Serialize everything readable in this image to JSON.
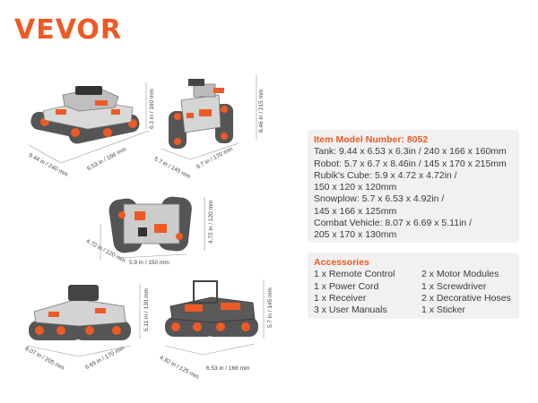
{
  "brand": {
    "logo_text": "VEVOR",
    "accent_color": "#ef5a24"
  },
  "figures": {
    "tank": {
      "label": "tank",
      "dims": [
        "9.44 in / 240 mm",
        "6.53 in / 166 mm",
        "6.3 in / 160 mm"
      ]
    },
    "robot": {
      "label": "robot",
      "dims": [
        "5.7 in / 145 mm",
        "6.7 in / 170 mm",
        "8.46 in / 215 mm"
      ]
    },
    "cube": {
      "label": "rubiks-cube",
      "dims": [
        "4.72 in / 120 mm",
        "5.9 in / 150 mm",
        "4.72 in / 120 mm"
      ]
    },
    "combat": {
      "label": "combat-vehicle",
      "dims": [
        "8.07 in / 205 mm",
        "6.69 in / 170 mm",
        "5.11 in / 130 mm"
      ]
    },
    "snowplow": {
      "label": "snowplow",
      "dims": [
        "4.92 in / 125 mm",
        "6.53 in / 166 mm",
        "5.7 in / 145 mm"
      ]
    }
  },
  "specs": {
    "title": "Item Model Number: 8052",
    "lines": [
      "Tank: 9.44 x 6.53 x 6.3in / 240 x 166 x 160mm",
      "Robot: 5.7 x 6.7 x 8.46in / 145 x 170 x 215mm",
      "Rubik's Cube: 5.9 x 4.72 x 4.72in /",
      "150 x 120 x 120mm",
      "Snowplow: 5.7 x 6.53 x 4.92in /",
      "145 x 166 x 125mm",
      "Combat Vehicle: 8.07 x 6.69 x 5.11in /",
      "205 x 170 x 130mm"
    ]
  },
  "accessories": {
    "title": "Accessories",
    "items": [
      "1 x Remote Control",
      "2 x Motor Modules",
      "1 x Power Cord",
      "1 x Screwdriver",
      "1 x Receiver",
      "2 x Decorative Hoses",
      "3 x User Manuals",
      "1 x Sticker"
    ]
  }
}
